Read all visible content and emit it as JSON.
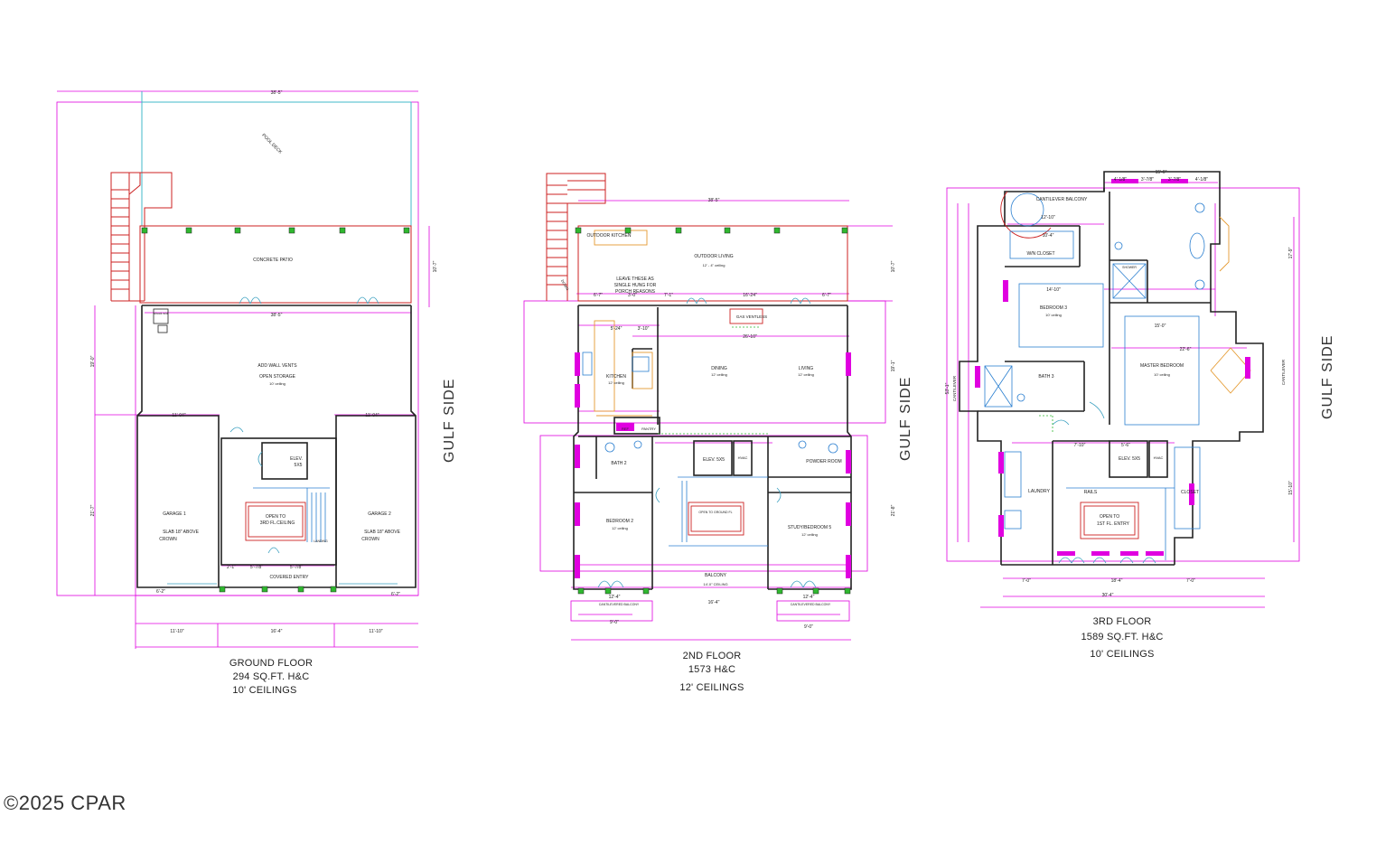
{
  "floors": {
    "ground": {
      "title": "GROUND FLOOR",
      "area": "294 SQ.FT. H&C",
      "ceilings": "10' CEILINGS",
      "labels": {
        "pool_deck": "POOL DECK",
        "concrete_patio": "CONCRETE PATIO",
        "open_storage": "OPEN STORAGE",
        "add_wall_vents": "ADD WALL VENTS",
        "ceiling_10": "10' ceiling",
        "garage1": "GARAGE 1",
        "garage2": "GARAGE 2",
        "slab": "SLAB 18\" ABOVE",
        "crown": "CROWN",
        "elev": "ELEV.",
        "elev_size": "5X5",
        "open_to": "OPEN TO",
        "third_fl": "3RD FL.CEILING",
        "covered_entry": "COVERED ENTRY",
        "landing": "LANDING",
        "shock": "shock w/d"
      },
      "dims": {
        "top": "38'-5\"",
        "mid": "38'-5\"",
        "garage1_w": "11'-04\"",
        "garage2_w": "11'-04\"",
        "bottom_left": "11'-10\"",
        "bottom_mid": "16'-4\"",
        "bottom_right": "11'-10\"",
        "left_side": "19'-0\"",
        "left_lower": "21'-7\"",
        "right_patio": "10'-7\"",
        "entry_a": "2'-1\"",
        "entry_b": "5'-7/8\"",
        "entry_c": "5'-7/8\"",
        "g1_door": "6'-2\"",
        "g2_door": "6'-2\""
      }
    },
    "second": {
      "title": "2ND FLOOR",
      "area": "1573 H&C",
      "ceilings": "12' CEILINGS",
      "labels": {
        "outdoor_kitchen": "OUTDOOR KITCHEN",
        "outdoor_living": "OUTDOOR LIVING",
        "outdoor_ceiling": "12' - 4\" ceiling",
        "leave_these": "LEAVE THESE AS",
        "single_hung": "SINGLE HUNG FOR",
        "porch_reasons": "PORCH REASONS",
        "gas_vent": "GAS VENTLESS",
        "kitchen": "KITCHEN",
        "dining": "DINING",
        "living": "LIVING",
        "ceiling_12": "12' ceiling",
        "pantry": "PANTRY",
        "bath2": "BATH 2",
        "elev": "ELEV. 5X5",
        "hvac": "HVAC",
        "powder": "POWDER ROOM",
        "bedroom2": "BEDROOM 2",
        "study": "STUDY/BEDROOM 5",
        "open_to": "OPEN TO GROUND FL",
        "balcony": "BALCONY",
        "balcony_ceiling": "14'-0\" CEILING",
        "cantilevered": "CANTILEVERED BALCONY",
        "ref": "REF",
        "down": "DOWN"
      },
      "dims": {
        "top": "38'-5\"",
        "a": "6'-7\"",
        "b": "3'-0\"",
        "c": "7'-1\"",
        "d": "16'-24\"",
        "e": "6'-7\"",
        "f": "26'-10\"",
        "g": "5'-24\"",
        "h": "3'-10\"",
        "right": "10'-7\"",
        "right2": "19'-1\"",
        "right3": "21'-8\"",
        "bal_w": "16'-4\"",
        "bal_l": "12'-4\"",
        "bal_r": "12'-4\"",
        "bot_l": "9'-0\"",
        "bot_r": "9'-0\""
      }
    },
    "third": {
      "title": "3RD FLOOR",
      "area": "1589 SQ.FT. H&C",
      "ceilings": "10' CEILINGS",
      "labels": {
        "cant_balcony": "CANTILEVER BALCONY",
        "wi_closet": "W/N CLOSET",
        "bedroom3": "BEDROOM 3",
        "bath3": "BATH 3",
        "master": "MASTER BEDROOM",
        "laundry": "LAUNDRY",
        "rails": "RAILS",
        "elev": "ELEV. 5X5",
        "hvac": "HVAC",
        "closet": "CLOSET",
        "open_to": "OPEN TO",
        "first_fl": "1ST FL. ENTRY",
        "cantilever": "CANTILEVER",
        "shower": "SHOWER",
        "ceiling_10": "10' ceiling"
      },
      "dims": {
        "top": "15'-6\"",
        "a": "4'-1/8\"",
        "b": "3'-7/8\"",
        "c": "3'-7/8\"",
        "d": "4'-1/8\"",
        "e": "12'-10\"",
        "f": "10'-4\"",
        "g": "14'-10\"",
        "h": "15'-0\"",
        "i": "22'-6\"",
        "j": "7'-10\"",
        "k": "5'-6\"",
        "bot1": "7'-0\"",
        "bot2": "18'-4\"",
        "bot3": "7'-0\"",
        "total": "30'-4\"",
        "right": "17'-9\"",
        "right2": "15'-10\"",
        "left": "53'-1\""
      }
    }
  },
  "gulf_side": "GULF SIDE",
  "copyright": "©2025 CPAR",
  "colors": {
    "wall": "#222222",
    "dimension": "#e000e0",
    "stair": "#cc2222",
    "window": "#3aa0c0",
    "pool": "#40b8c8",
    "fixture": "#2b7fd0",
    "column": "#2fb82f"
  }
}
